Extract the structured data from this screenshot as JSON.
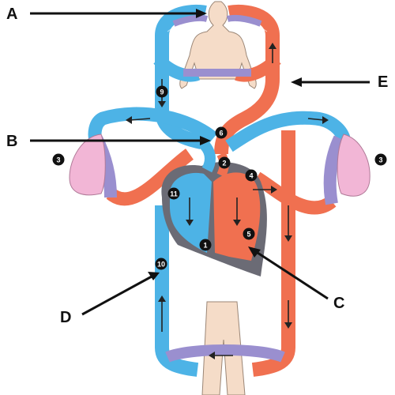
{
  "diagram": {
    "labels": {
      "a": "A",
      "b": "B",
      "c": "C",
      "d": "D",
      "e": "E"
    },
    "markers": {
      "m1": "1",
      "m2": "2",
      "m3_left": "3",
      "m3_right": "3",
      "m4": "4",
      "m5": "5",
      "m6": "6",
      "m9": "9",
      "m10": "10",
      "m11": "11"
    },
    "colors": {
      "deoxygenated": "#4db3e6",
      "oxygenated": "#f07050",
      "capillary": "#9a8fcf",
      "skin": "#f5dcc8",
      "lung": "#f2b6d6",
      "heart_wall": "#6b6b75"
    }
  }
}
